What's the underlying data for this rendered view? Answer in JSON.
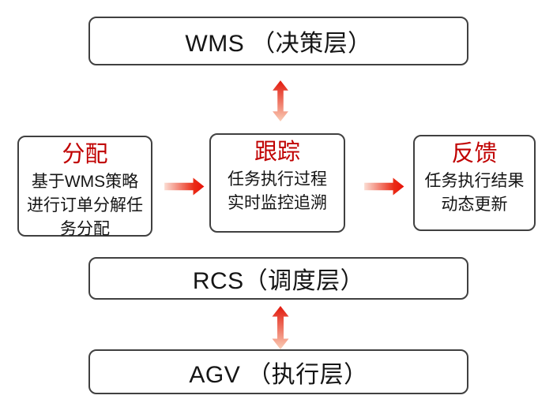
{
  "layers": {
    "wms": "WMS （决策层）",
    "rcs": "RCS（调度层）",
    "agv": "AGV （执行层）"
  },
  "steps": [
    {
      "title": "分配",
      "body": "基于WMS策略\n进行订单分解任\n务分配"
    },
    {
      "title": "跟踪",
      "body": "任务执行过程\n实时监控追溯"
    },
    {
      "title": "反馈",
      "body": "任务执行结果\n动态更新"
    }
  ],
  "icons": {
    "vertical_double_arrow": "up-down-gradient-arrow",
    "horizontal_arrow": "right-gradient-arrow"
  },
  "colors": {
    "box_border": "#404040",
    "step_title_red": "#c00000",
    "arrow_red_dark": "#e2180c",
    "arrow_red_bright": "#e8120b",
    "arrow_light_top": "#facdb6",
    "arrow_light_left": "#fbded4",
    "text": "#151515",
    "background": "#ffffff"
  }
}
